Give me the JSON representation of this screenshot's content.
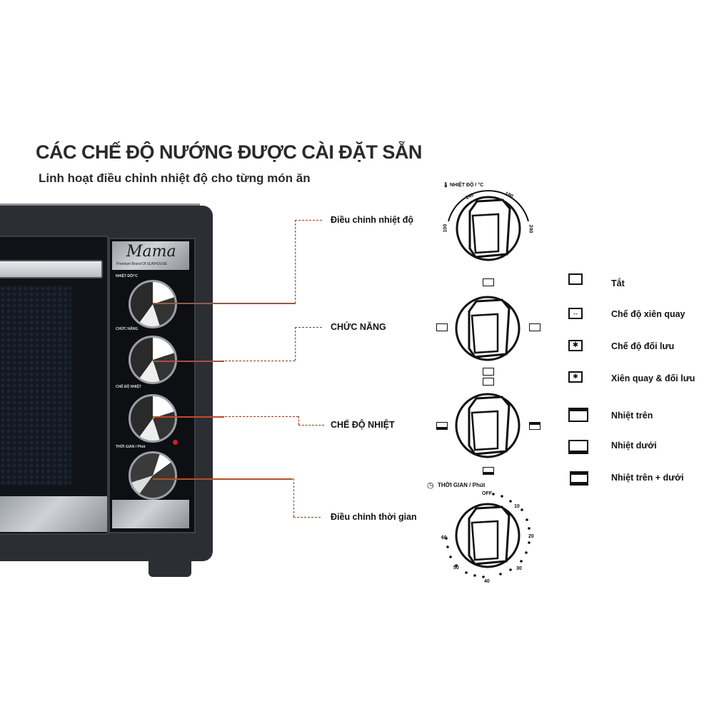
{
  "header": {
    "title": "CÁC CHẾ ĐỘ NƯỚNG ĐƯỢC CÀI ĐẶT SẴN",
    "subtitle": "Linh hoạt điều chỉnh nhiệt độ cho từng món ăn"
  },
  "oven": {
    "brand": "Mama",
    "brand_tagline": "Premium Brand Of SUNHOUSE",
    "panel_labels": [
      "NHIỆT ĐỘ/°C",
      "CHỨC NĂNG",
      "CHẾ ĐỘ NHIỆT",
      "THỜI GIAN / Phút"
    ],
    "indicator_color": "#d0202a"
  },
  "callouts": [
    {
      "label": "Điều chỉnh nhiệt độ"
    },
    {
      "label": "CHỨC NĂNG"
    },
    {
      "label": "CHẾ ĐỘ NHIỆT"
    },
    {
      "label": "Điều chỉnh thời gian"
    }
  ],
  "dials": {
    "temperature": {
      "label": "NHIỆT ĐỘ / °C",
      "icon": "thermometer-icon",
      "scale": [
        "100",
        "140",
        "190",
        "240"
      ]
    },
    "function": {
      "positions": [
        "off-icon",
        "rotisserie-icon",
        "convection-icon + off-icon",
        "rotisserie-convection-icon"
      ]
    },
    "heat_mode": {
      "positions": [
        "off-icon",
        "top-heat-icon",
        "bottom-heat-icon",
        "top-bottom-heat-icon"
      ]
    },
    "timer": {
      "label": "THỜI GIAN / Phút",
      "icon": "clock-icon",
      "scale": [
        "OFF",
        "10",
        "20",
        "30",
        "40",
        "50",
        "60"
      ]
    }
  },
  "legend": [
    {
      "icon": "off-icon",
      "label": "Tắt"
    },
    {
      "icon": "rotisserie-icon",
      "label": "Chế độ xiên quay"
    },
    {
      "icon": "convection-icon",
      "label": "Chế độ đối lưu"
    },
    {
      "icon": "rotisserie-convection-icon",
      "label": "Xiên quay & đối lưu"
    },
    {
      "icon": "top-heat-icon",
      "label": "Nhiệt trên"
    },
    {
      "icon": "bottom-heat-icon",
      "label": "Nhiệt dưới"
    },
    {
      "icon": "top-bottom-heat-icon",
      "label": "Nhiệt trên + dưới"
    }
  ],
  "colors": {
    "leader_line": "#8a3b1e",
    "knob_pointer": "#c24a1f",
    "oven_body": "#2b2e33"
  }
}
